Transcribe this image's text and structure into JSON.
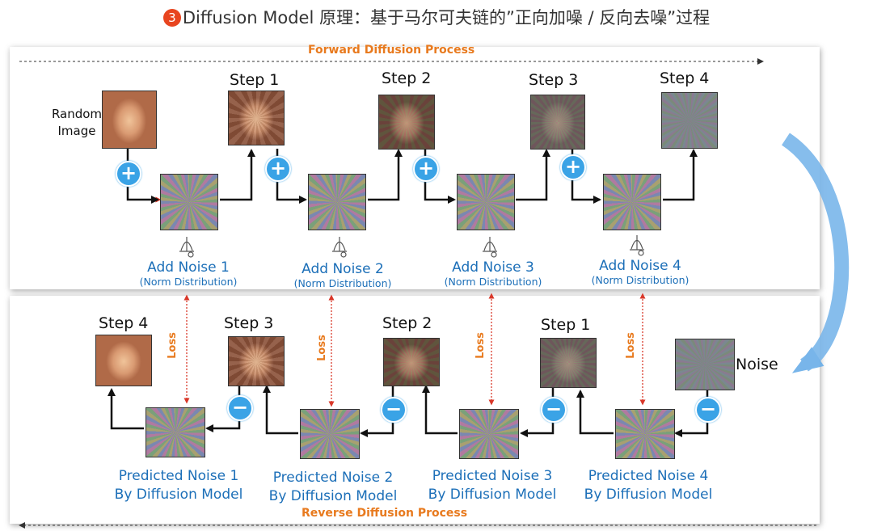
{
  "title": {
    "number": "3",
    "text": "Diffusion Model 原理：基于马尔可夫链的”正向加噪 / 反向去噪”过程"
  },
  "forward": {
    "label": "Forward Diffusion Process",
    "random_image_label_1": "Random",
    "random_image_label_2": "Image",
    "steps": [
      "Step 1",
      "Step 2",
      "Step 3",
      "Step 4"
    ],
    "add_noise": [
      {
        "name": "Add Noise 1",
        "dist": "(Norm Distribution)"
      },
      {
        "name": "Add Noise 2",
        "dist": "(Norm Distribution)"
      },
      {
        "name": "Add Noise 3",
        "dist": "(Norm Distribution)"
      },
      {
        "name": "Add Noise 4",
        "dist": "(Norm Distribution)"
      }
    ],
    "plus_symbol": "+"
  },
  "reverse": {
    "label": "Reverse Diffusion Process",
    "steps": [
      "Step 4",
      "Step 3",
      "Step 2",
      "Step 1"
    ],
    "noise_label": "Noise",
    "loss_label": "Loss",
    "minus_symbol": "−",
    "predicted": [
      {
        "line1": "Predicted Noise 1",
        "line2": "By Diffusion Model"
      },
      {
        "line1": "Predicted Noise 2",
        "line2": "By Diffusion Model"
      },
      {
        "line1": "Predicted Noise 3",
        "line2": "By Diffusion Model"
      },
      {
        "line1": "Predicted Noise 4",
        "line2": "By Diffusion Model"
      }
    ]
  },
  "colors": {
    "accent_blue": "#3aa3e6",
    "label_blue": "#1c6fb8",
    "orange": "#e87a1e",
    "loss_red": "#d9382a"
  }
}
